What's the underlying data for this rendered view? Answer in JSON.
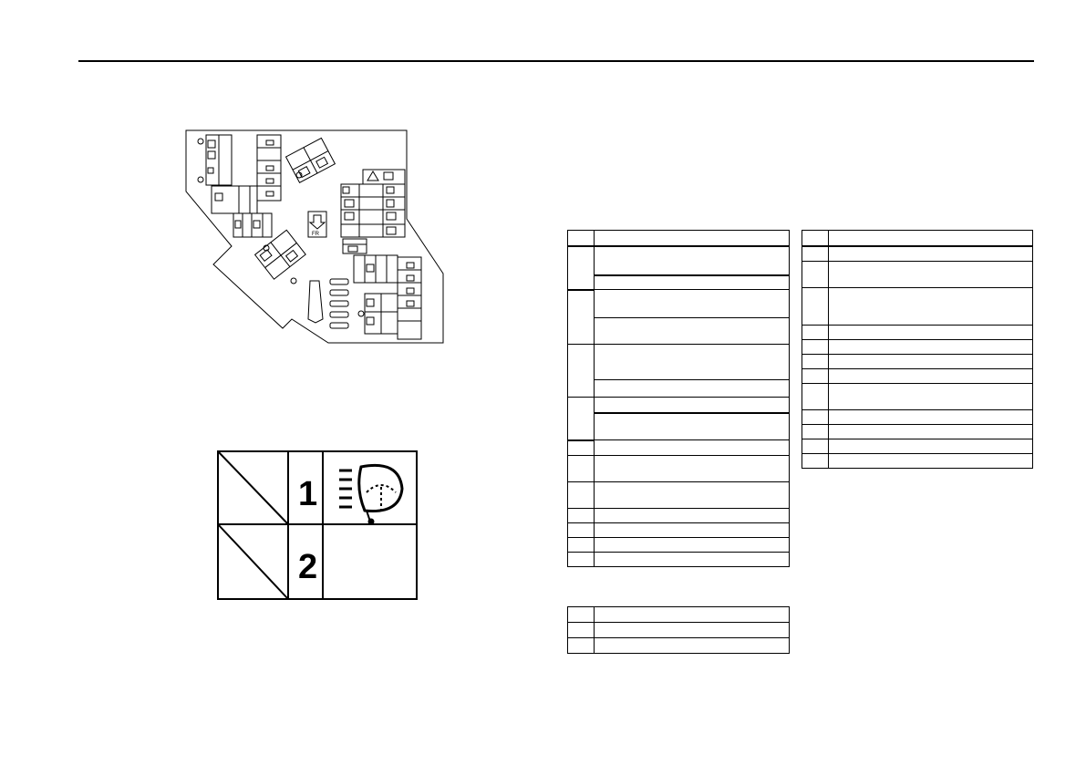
{
  "legend": {
    "row1_number": "1",
    "row2_number": "2",
    "row1_icon": "headlamp-washer-icon"
  },
  "diagram": {
    "direction_label": "FR"
  },
  "colors": {
    "ink": "#000000",
    "paper": "#ffffff"
  },
  "tables": {
    "left_main_rows": [
      22,
      14,
      16,
      16,
      32,
      16,
      16,
      16,
      30,
      30,
      16,
      16,
      16,
      16
    ],
    "left_small_rows": [
      16,
      16,
      16
    ],
    "right_rows": [
      16,
      30,
      40,
      16,
      16,
      16,
      16,
      30,
      16,
      16,
      16,
      16
    ]
  }
}
